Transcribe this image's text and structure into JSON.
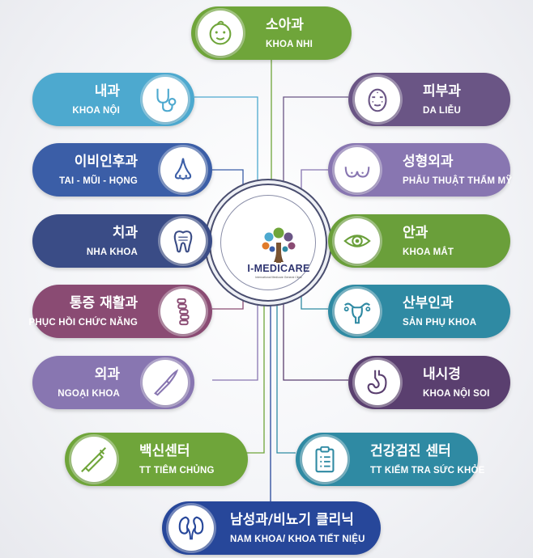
{
  "brand": {
    "name": "I-MEDICARE",
    "tagline": "International Medicare General Clinic"
  },
  "colors": {
    "green": "#6fa53a",
    "sky": "#4da9cf",
    "purple": "#6a5585",
    "blue": "#3b5ea7",
    "navy": "#3a4c86",
    "magenta": "#8a4b73",
    "lavender": "#8876b1",
    "teal": "#2f8aa3",
    "darkviolet": "#5a3f6f",
    "cobalt": "#27479a",
    "line": "#4a4e6f"
  },
  "departments": [
    {
      "id": "pediatrics",
      "ko": "소아과",
      "vi": "KHOA NHI",
      "icon": "baby-icon"
    },
    {
      "id": "internal",
      "ko": "내과",
      "vi": "KHOA NỘI",
      "icon": "stethoscope-icon"
    },
    {
      "id": "dermatology",
      "ko": "피부과",
      "vi": "DA LIỄU",
      "icon": "face-mask-icon"
    },
    {
      "id": "ent",
      "ko": "이비인후과",
      "vi": "TAI - MŨI - HỌNG",
      "icon": "nose-icon"
    },
    {
      "id": "plastic",
      "ko": "성형외과",
      "vi": "PHẪU THUẬT THẨM MỸ",
      "icon": "breast-icon"
    },
    {
      "id": "dental",
      "ko": "치과",
      "vi": "NHA KHOA",
      "icon": "tooth-icon"
    },
    {
      "id": "eye",
      "ko": "안과",
      "vi": "KHOA MẮT",
      "icon": "eye-icon"
    },
    {
      "id": "rehab",
      "ko": "통증 재활과",
      "vi": "PHỤC HỒI CHỨC NĂNG",
      "icon": "spine-icon"
    },
    {
      "id": "obgyn",
      "ko": "산부인과",
      "vi": "SẢN PHỤ KHOA",
      "icon": "uterus-icon"
    },
    {
      "id": "surgery",
      "ko": "외과",
      "vi": "NGOẠI KHOA",
      "icon": "scalpel-icon"
    },
    {
      "id": "gastro",
      "ko": "내시경",
      "vi": "KHOA NỘI SOI",
      "icon": "stomach-icon"
    },
    {
      "id": "vaccine",
      "ko": "백신센터",
      "vi": "TT TIÊM CHỦNG",
      "icon": "syringe-icon"
    },
    {
      "id": "checkup",
      "ko": "건강검진 센터",
      "vi": "TT KIỂM TRA SỨC KHỎE",
      "icon": "clipboard-icon"
    },
    {
      "id": "urology",
      "ko": "남성과/비뇨기 클리닉",
      "vi": "NAM KHOA/ KHOA TIẾT NIỆU",
      "icon": "kidney-icon"
    }
  ]
}
